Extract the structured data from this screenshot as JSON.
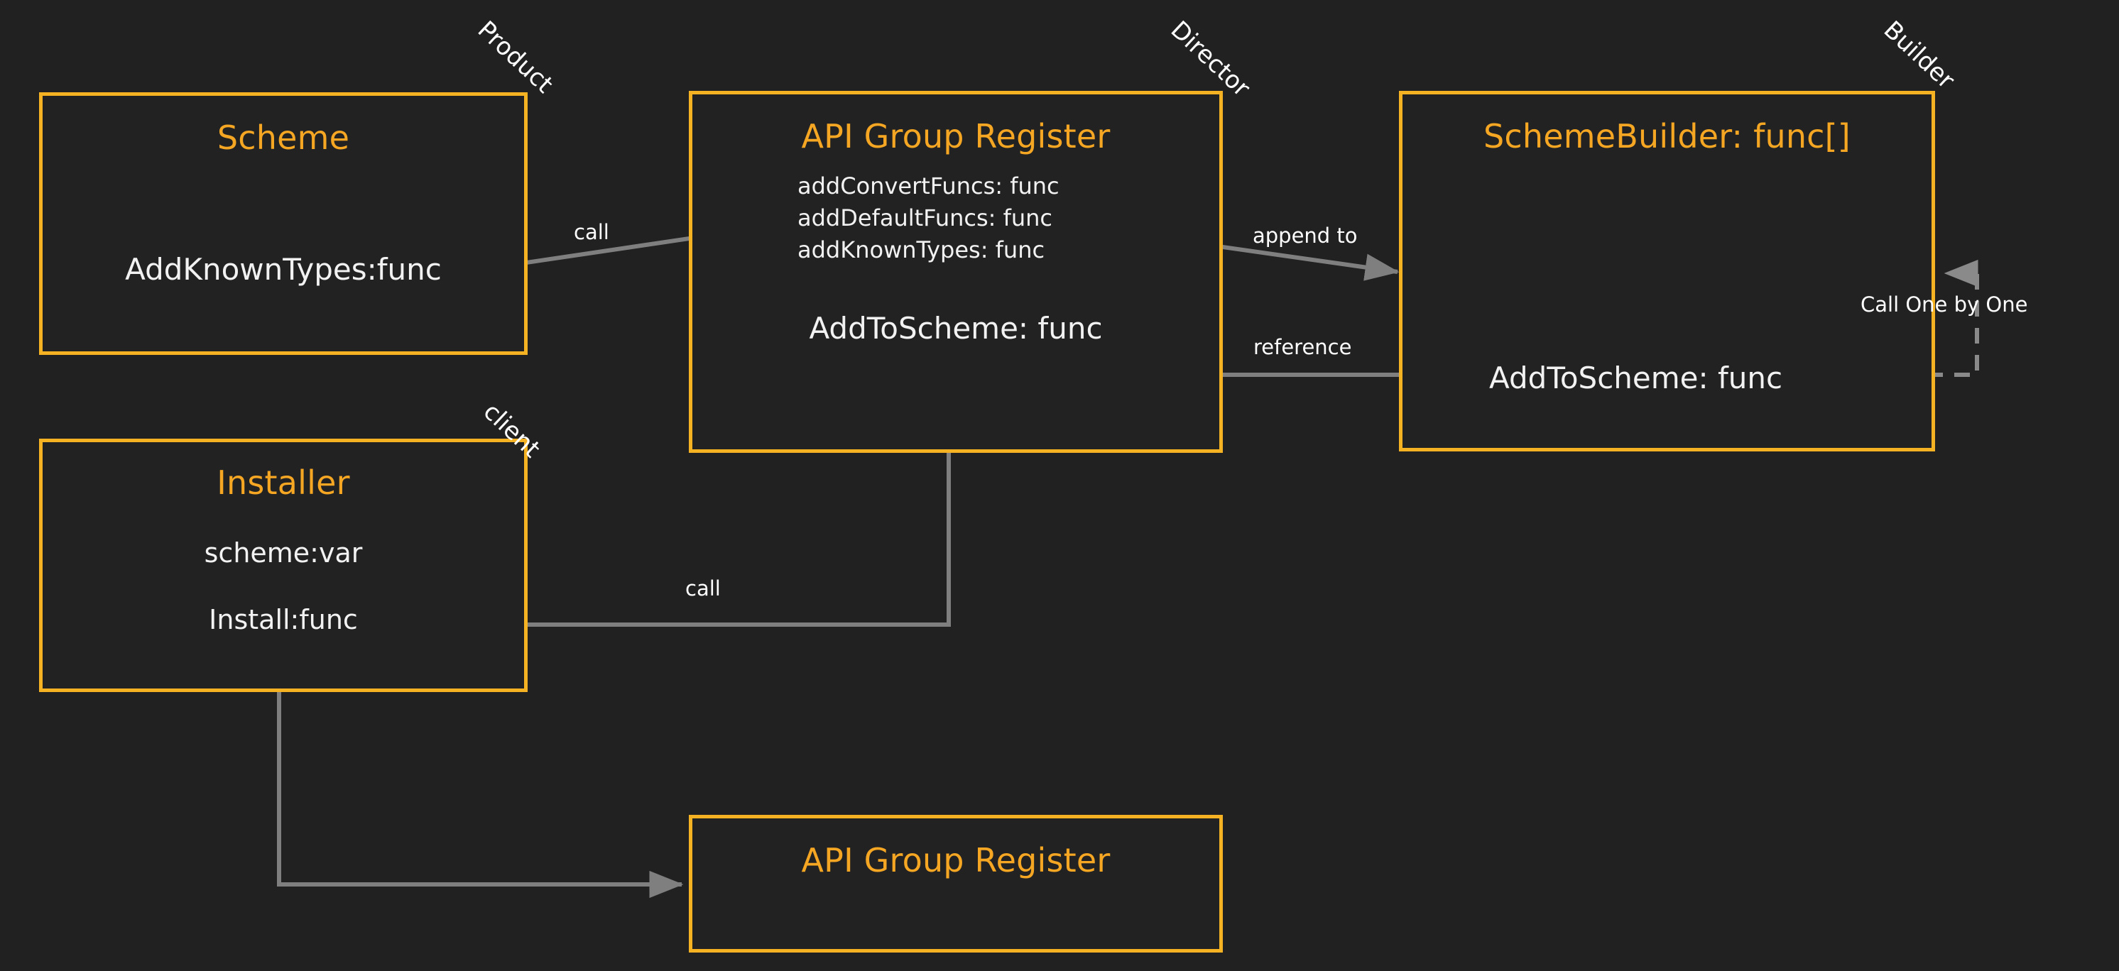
{
  "diagram": {
    "title": "Scheme / SchemeBuilder Builder Pattern",
    "background_color": "#212121",
    "box_border_color": "#f5b324",
    "box_title_color": "#f5a623",
    "member_text_color": "#f2f2f2",
    "connector_color": "#7f7f7f"
  },
  "nodes": [
    {
      "id": "scheme",
      "title": "Scheme",
      "stereotype": "Product",
      "members": [
        "AddKnownTypes:func"
      ]
    },
    {
      "id": "api-group-register",
      "title": "API Group Register",
      "stereotype": "Director",
      "grouped_members": [
        "addConvertFuncs: func",
        "addDefaultFuncs: func",
        "addKnownTypes: func"
      ],
      "members": [
        "AddToScheme: func"
      ]
    },
    {
      "id": "scheme-builder",
      "title": "SchemeBuilder: func[]",
      "stereotype": "Builder",
      "members": [
        "AddToScheme: func"
      ]
    },
    {
      "id": "installer",
      "title": "Installer",
      "stereotype": "client",
      "members": [
        "scheme:var",
        "Install:func"
      ]
    },
    {
      "id": "api-group-register-bottom",
      "title": "API Group Register",
      "stereotype": "",
      "members": []
    }
  ],
  "edges": [
    {
      "id": "call-scheme",
      "label": "call",
      "from": "api-group-register",
      "to": "scheme",
      "style": "solid",
      "arrow": "single"
    },
    {
      "id": "append-to",
      "label": "append to",
      "from": "api-group-register",
      "to": "scheme-builder",
      "style": "solid",
      "arrow": "single"
    },
    {
      "id": "reference",
      "label": "reference",
      "from": "scheme-builder",
      "to": "api-group-register",
      "style": "solid",
      "arrow": "double"
    },
    {
      "id": "call-one-by-one",
      "label": "Call One by One",
      "from": "scheme-builder",
      "to": "scheme-builder",
      "style": "dashed",
      "arrow": "single"
    },
    {
      "id": "install-call",
      "label": "call",
      "from": "installer",
      "to": "api-group-register",
      "style": "solid",
      "arrow": "single"
    },
    {
      "id": "install-register",
      "label": "",
      "from": "installer",
      "to": "api-group-register-bottom",
      "style": "solid",
      "arrow": "single"
    }
  ]
}
